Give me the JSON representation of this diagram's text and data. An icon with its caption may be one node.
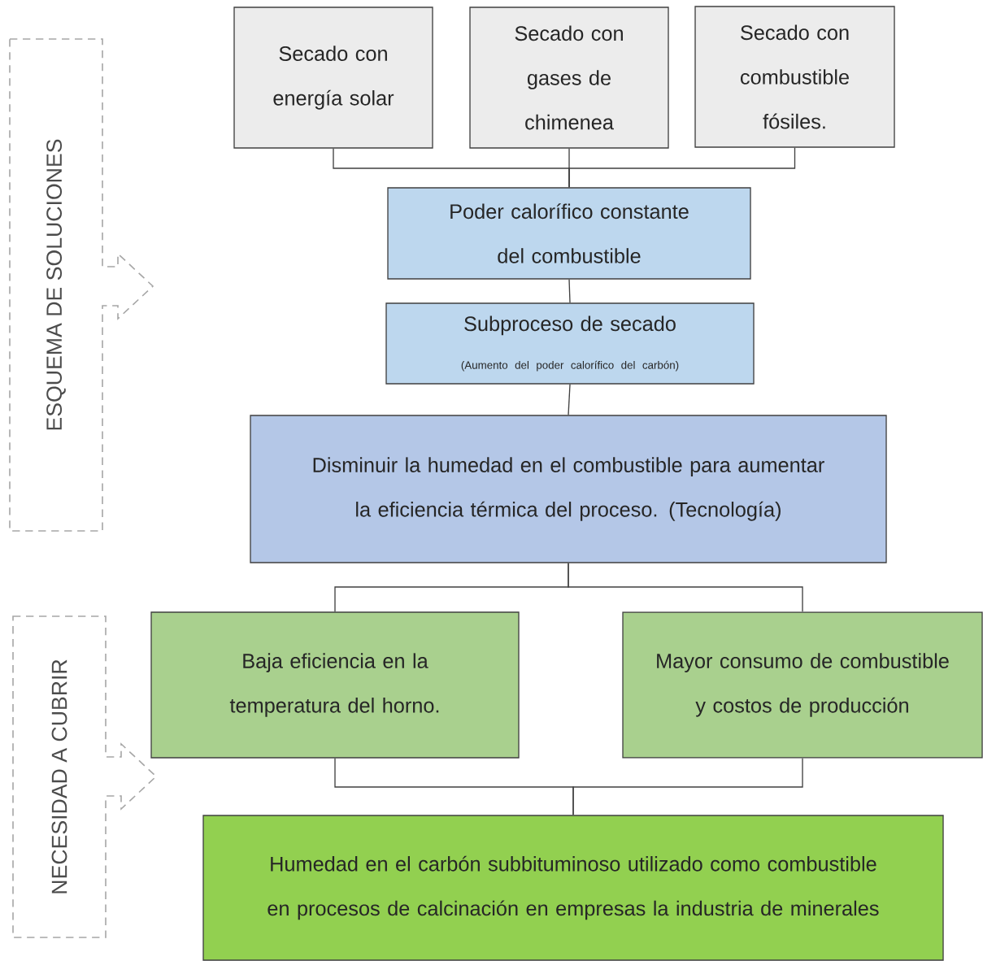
{
  "diagram": {
    "nodes": [
      {
        "text": [
          "Secado con energía solar"
        ]
      },
      {
        "text": [
          "Secado con gases de chimenea"
        ]
      },
      {
        "text": [
          "Secado con combustible fósiles."
        ]
      },
      {
        "text": [
          "Poder calorífico constante del combustible"
        ]
      },
      {
        "text": [
          "Subproceso de secado",
          "(Aumento del poder calorífico del carbón)"
        ]
      },
      {
        "text": [
          "Disminuir la humedad en el combustible para aumentar la eficiencia térmica del proceso. (Tecnología)"
        ]
      },
      {
        "text": [
          "Baja eficiencia en la temperatura del horno."
        ]
      },
      {
        "text": [
          "Mayor consumo de combustible y costos de producción"
        ]
      },
      {
        "text": [
          "Humedad en el carbón subbituminoso utilizado como combustible en procesos de calcinación en empresas la industria de minerales"
        ]
      },
      {
        "text": [
          "ESQUEMA DE SOLUCIONES"
        ]
      },
      {
        "text": [
          "NECESIDAD A CUBRIR"
        ]
      }
    ],
    "edges": [
      {
        "from": 0,
        "to": 3,
        "arrow": "none"
      },
      {
        "from": 1,
        "to": 3,
        "arrow": "none"
      },
      {
        "from": 2,
        "to": 3,
        "arrow": "none"
      },
      {
        "from": 3,
        "to": 4,
        "arrow": "none"
      },
      {
        "from": 4,
        "to": 5,
        "arrow": "none"
      },
      {
        "from": 5,
        "to": 6,
        "arrow": "none"
      },
      {
        "from": 5,
        "to": 7,
        "arrow": "none"
      },
      {
        "from": 6,
        "to": 8,
        "arrow": "none"
      },
      {
        "from": 7,
        "to": 8,
        "arrow": "none"
      }
    ]
  }
}
